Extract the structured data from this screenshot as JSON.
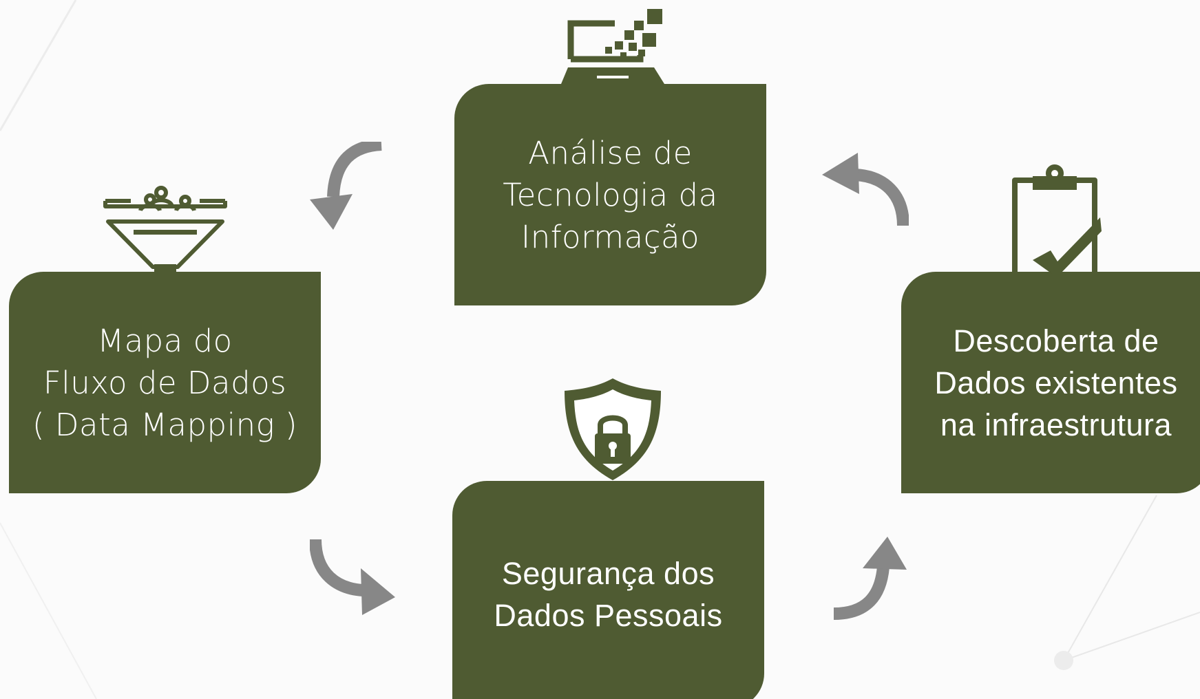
{
  "diagram": {
    "boxes": [
      {
        "id": "analise",
        "lines": [
          "Análise de",
          "Tecnologia da",
          "Informação"
        ],
        "icon": "laptop-pixels-icon"
      },
      {
        "id": "mapa",
        "lines": [
          "Mapa do",
          "Fluxo de Dados",
          "( Data Mapping )"
        ],
        "icon": "funnel-people-icon"
      },
      {
        "id": "seguranca",
        "lines": [
          "Segurança dos",
          "Dados Pessoais"
        ],
        "icon": "shield-lock-icon"
      },
      {
        "id": "descoberta",
        "lines": [
          "Descoberta de",
          "Dados existentes",
          "na infraestrutura"
        ],
        "icon": "clipboard-check-icon"
      }
    ],
    "colors": {
      "box_fill": "#4f5b32",
      "box_text": "#ffffff",
      "arrow": "#878787",
      "background": "#fbfbfb"
    }
  }
}
